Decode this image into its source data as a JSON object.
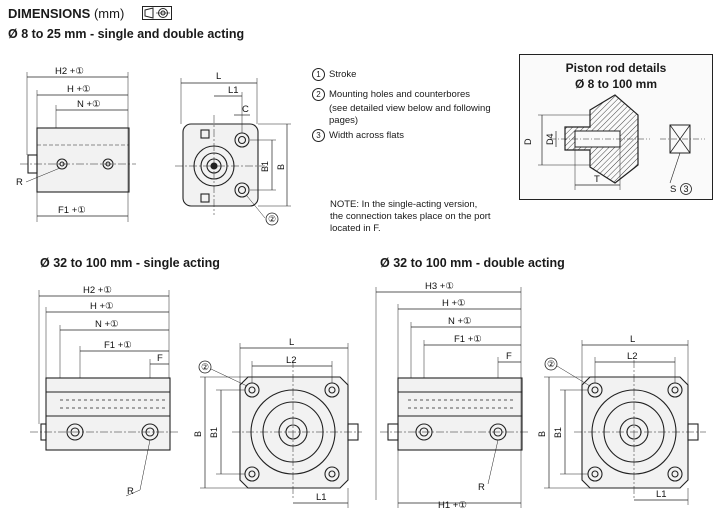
{
  "header": {
    "title": "DIMENSIONS",
    "unit": "(mm)",
    "subtitle": "Ø 8 to 25 mm - single and double acting"
  },
  "legend": {
    "items": [
      {
        "num": "1",
        "text": "Stroke"
      },
      {
        "num": "2",
        "text": "Mounting holes and counterbores"
      },
      {
        "num": "",
        "text": "(see detailed view below and following"
      },
      {
        "num": "",
        "text": "pages)"
      },
      {
        "num": "3",
        "text": "Width across flats"
      }
    ]
  },
  "note": {
    "lines": [
      "NOTE: In the single-acting version,",
      "the connection takes place on the port",
      "located in F."
    ]
  },
  "piston": {
    "title_line1": "Piston rod details",
    "title_line2": "Ø 8 to 100 mm",
    "labels": {
      "D": "D",
      "D4": "D4",
      "T": "T",
      "S": "S",
      "circ": "3"
    }
  },
  "section_single": {
    "title": "Ø 32 to 100 mm - single acting"
  },
  "section_double": {
    "title": "Ø 32 to 100 mm - double acting"
  },
  "dims_small": {
    "H2": "H2 +①",
    "H": "H +①",
    "N": "N +①",
    "F1": "F1 +①",
    "R": "R",
    "L": "L",
    "L1": "L1",
    "C": "C",
    "B1": "B1",
    "B": "B",
    "circ2": "②"
  },
  "dims_single": {
    "H2": "H2 +①",
    "H": "H +①",
    "N": "N +①",
    "F1": "F1 +①",
    "F": "F",
    "R": "R",
    "L": "L",
    "L2": "L2",
    "L1": "L1",
    "B": "B",
    "B1": "B1",
    "circ2": "②"
  },
  "dims_double": {
    "H3": "H3 +①",
    "H": "H +①",
    "N": "N +①",
    "F1": "F1 +①",
    "F": "F",
    "R": "R",
    "H1": "H1 +①",
    "L": "L",
    "L2": "L2",
    "L1": "L1",
    "B": "B",
    "B1": "B1",
    "circ2": "②"
  }
}
